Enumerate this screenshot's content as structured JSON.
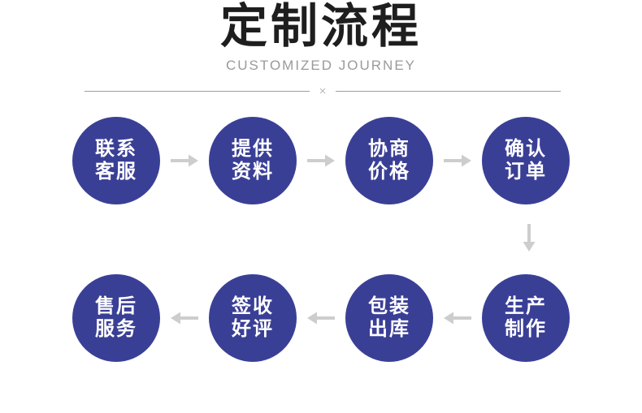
{
  "header": {
    "title": "定制流程",
    "subtitle": "CUSTOMIZED JOURNEY",
    "divider_mark": "×"
  },
  "colors": {
    "circle_blue": "#3a3f96",
    "arrow_gray": "#cdcdcd",
    "title_color": "#1e1e1e",
    "subtitle_gray": "#9a9a9a",
    "divider_line": "#9e9e9e",
    "step_text": "#ffffff"
  },
  "flow": {
    "direction_note": "top row flows left-to-right, then down, bottom row flows right-to-left",
    "top_row": [
      {
        "line1": "联系",
        "line2": "客服"
      },
      {
        "line1": "提供",
        "line2": "资料"
      },
      {
        "line1": "协商",
        "line2": "价格"
      },
      {
        "line1": "确认",
        "line2": "订单"
      }
    ],
    "bottom_row": [
      {
        "line1": "售后",
        "line2": "服务"
      },
      {
        "line1": "签收",
        "line2": "好评"
      },
      {
        "line1": "包装",
        "line2": "出库"
      },
      {
        "line1": "生产",
        "line2": "制作"
      }
    ]
  }
}
